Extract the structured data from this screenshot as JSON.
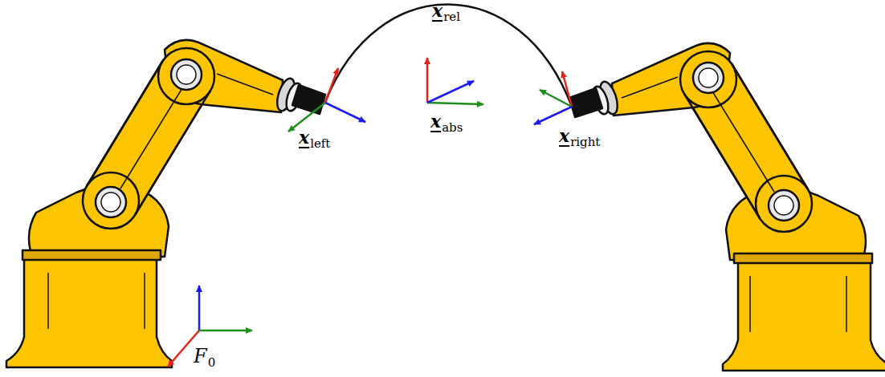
{
  "diagram": {
    "labels": [
      "x",
      "rel",
      "x",
      "abs",
      "x",
      "left",
      "x",
      "right",
      "F",
      "0"
    ]
  }
}
